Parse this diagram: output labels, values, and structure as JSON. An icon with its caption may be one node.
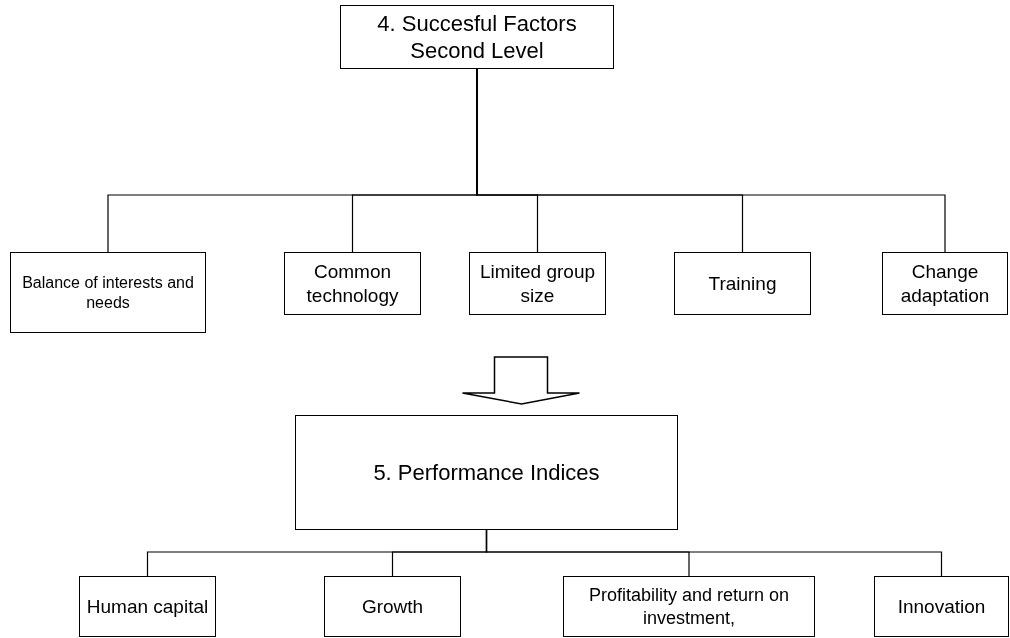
{
  "diagram": {
    "nodes": [
      {
        "text": [
          "4. Succesful Factors Second Level"
        ]
      },
      {
        "text": [
          "Balance of interests and needs"
        ]
      },
      {
        "text": [
          "Common technology"
        ]
      },
      {
        "text": [
          "Limited group size"
        ]
      },
      {
        "text": [
          "Training"
        ]
      },
      {
        "text": [
          "Change adaptation"
        ]
      },
      {
        "text": [
          "5. Performance Indices"
        ]
      },
      {
        "text": [
          "Human capital"
        ]
      },
      {
        "text": [
          "Growth"
        ]
      },
      {
        "text": [
          "Profitability and return on investment,"
        ]
      },
      {
        "text": [
          "Innovation"
        ]
      }
    ],
    "edges": [
      {
        "from": 0,
        "to": 1,
        "arrow": "none"
      },
      {
        "from": 0,
        "to": 2,
        "arrow": "none"
      },
      {
        "from": 0,
        "to": 3,
        "arrow": "none"
      },
      {
        "from": 0,
        "to": 4,
        "arrow": "none"
      },
      {
        "from": 0,
        "to": 5,
        "arrow": "none"
      },
      {
        "from": null,
        "to": 6,
        "arrow": "to",
        "style": "thick"
      },
      {
        "from": 6,
        "to": 7,
        "arrow": "none"
      },
      {
        "from": 6,
        "to": 8,
        "arrow": "none"
      },
      {
        "from": 6,
        "to": 9,
        "arrow": "none"
      },
      {
        "from": 6,
        "to": 10,
        "arrow": "none"
      }
    ]
  }
}
